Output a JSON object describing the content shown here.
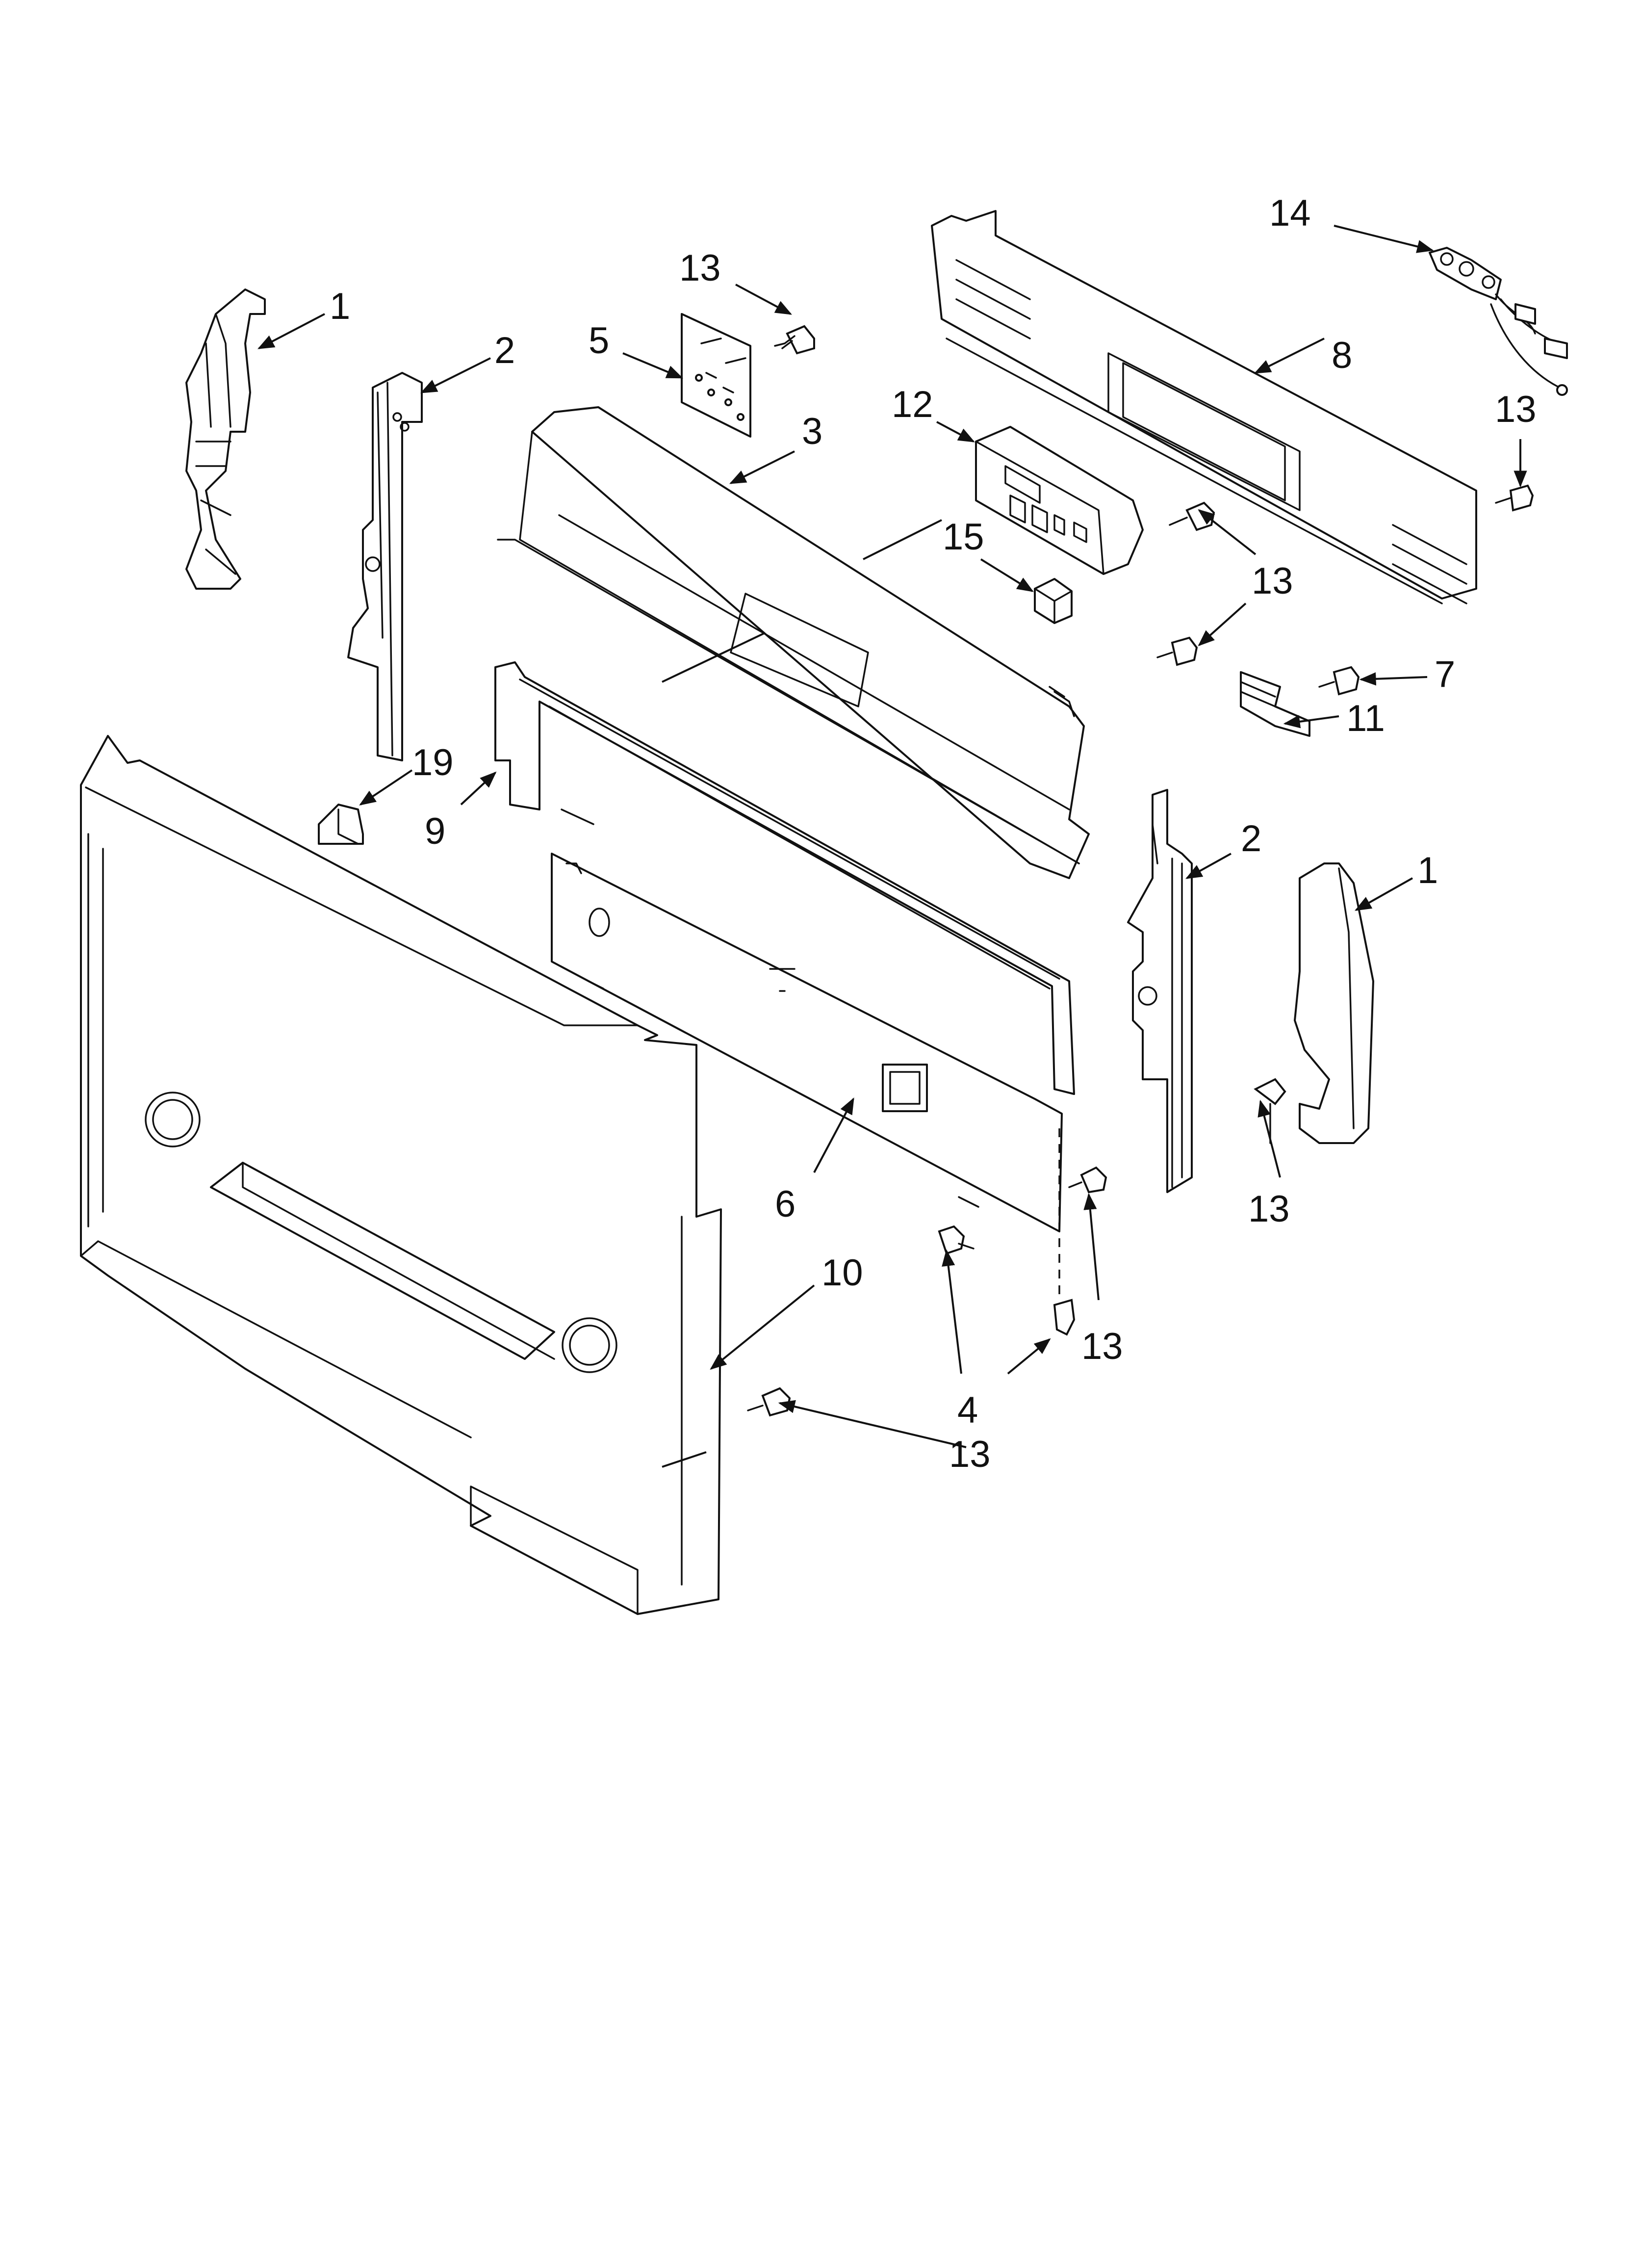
{
  "callouts": [
    {
      "id": "c1a",
      "label": "1"
    },
    {
      "id": "c2a",
      "label": "2"
    },
    {
      "id": "c13a",
      "label": "13"
    },
    {
      "id": "c5",
      "label": "5"
    },
    {
      "id": "c3",
      "label": "3"
    },
    {
      "id": "c14",
      "label": "14"
    },
    {
      "id": "c8",
      "label": "8"
    },
    {
      "id": "c13b",
      "label": "13"
    },
    {
      "id": "c12",
      "label": "12"
    },
    {
      "id": "c15",
      "label": "15"
    },
    {
      "id": "c13c",
      "label": "13"
    },
    {
      "id": "c7",
      "label": "7"
    },
    {
      "id": "c11",
      "label": "11"
    },
    {
      "id": "c19",
      "label": "19"
    },
    {
      "id": "c9",
      "label": "9"
    },
    {
      "id": "c2b",
      "label": "2"
    },
    {
      "id": "c1b",
      "label": "1"
    },
    {
      "id": "c6",
      "label": "6"
    },
    {
      "id": "c13d",
      "label": "13"
    },
    {
      "id": "c10",
      "label": "10"
    },
    {
      "id": "c13e",
      "label": "13"
    },
    {
      "id": "c4",
      "label": "4"
    },
    {
      "id": "c13f",
      "label": "13"
    }
  ],
  "colors": {
    "ink": "#111111",
    "paper": "#ffffff"
  }
}
